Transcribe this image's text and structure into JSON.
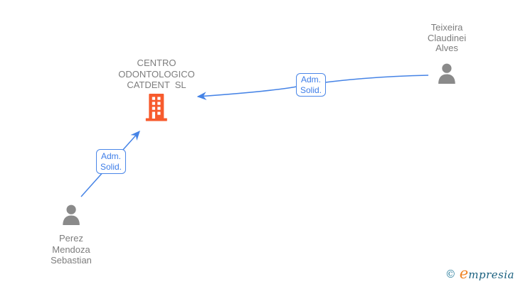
{
  "colors": {
    "background": "#ffffff",
    "edge_blue": "#4583e6",
    "edge_label_border_blue": "#4a86e8",
    "edge_label_text_blue": "#3d7de8",
    "node_text_gray": "#7d7d7d",
    "person_icon_gray": "#8a8a8a",
    "building_icon_orange": "#f75b2d",
    "watermark_teal": "#1a607f",
    "watermark_orange": "#f08424"
  },
  "nodes": {
    "company": {
      "type": "company",
      "name_lines": [
        "CENTRO",
        "ODONTOLOGICO",
        "CATDENT  SL"
      ]
    },
    "person_top_right": {
      "type": "person",
      "name_lines": [
        "Teixeira",
        "Claudinei",
        "Alves"
      ]
    },
    "person_bottom_left": {
      "type": "person",
      "name_lines": [
        "Perez",
        "Mendoza",
        "Sebastian"
      ]
    }
  },
  "edges": {
    "top": {
      "from": "Teixeira Claudinei Alves",
      "to": "CENTRO ODONTOLOGICO CATDENT SL",
      "label_lines": [
        "Adm.",
        "Solid."
      ]
    },
    "bottom": {
      "from": "Perez Mendoza Sebastian",
      "to": "CENTRO ODONTOLOGICO CATDENT SL",
      "label_lines": [
        "Adm.",
        "Solid."
      ]
    }
  },
  "watermark": {
    "copyright": "©",
    "brand_lead": "e",
    "brand_rest": "mpresia"
  }
}
